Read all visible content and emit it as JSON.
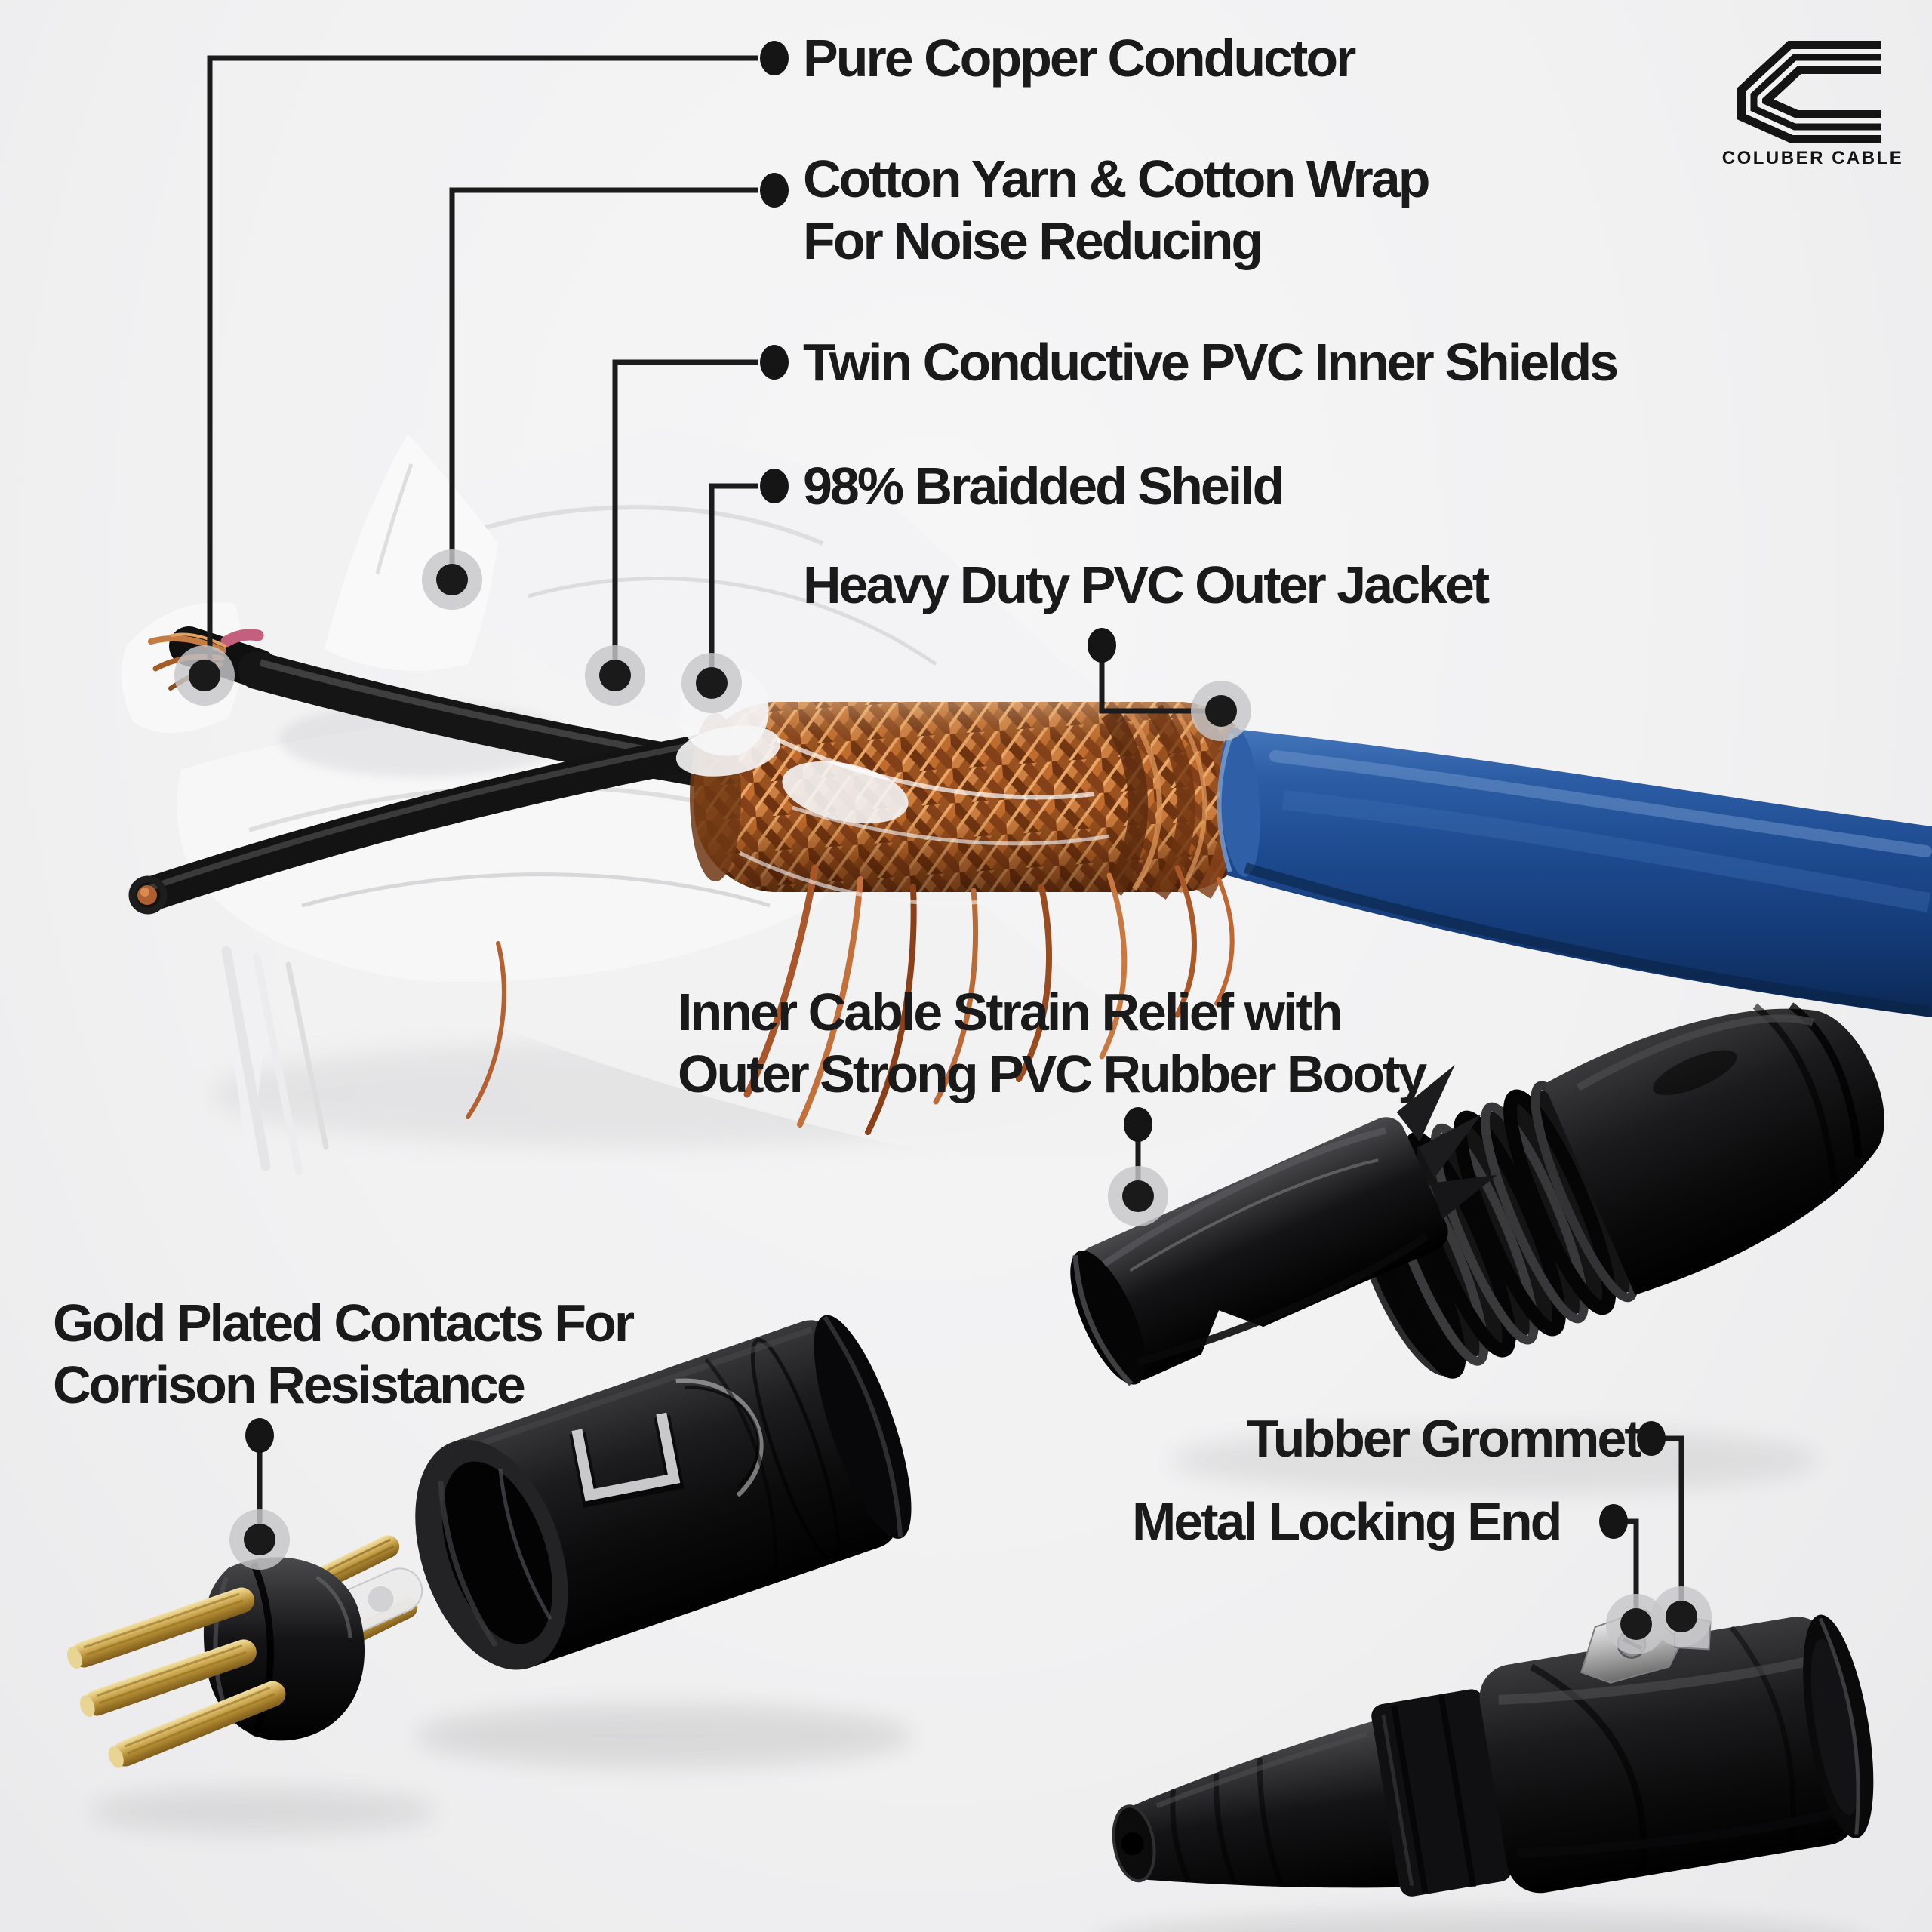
{
  "logo": {
    "name": "COLUBER CABLE",
    "icon": "coluber-c-logo"
  },
  "callouts": {
    "pure_copper": {
      "label": "Pure Copper Conductor"
    },
    "cotton_yarn": {
      "label": "Cotton Yarn & Cotton Wrap\nFor Noise Reducing"
    },
    "twin_shields": {
      "label": "Twin Conductive PVC Inner Shields"
    },
    "braided_shield": {
      "label": "98% Braidded Sheild"
    },
    "outer_jacket": {
      "label": "Heavy Duty PVC Outer Jacket"
    },
    "strain_relief": {
      "label": "Inner Cable Strain Relief with\nOuter Strong PVC Rubber Booty"
    },
    "gold_contacts": {
      "label": "Gold Plated Contacts For\nCorrison Resistance"
    },
    "tubber_grommet": {
      "label": "Tubber Grommet"
    },
    "metal_locking": {
      "label": "Metal Locking End"
    }
  },
  "palette": {
    "background": "#f1f1f2",
    "label_text": "#1a1a1a",
    "callout_line": "#1b1b1b",
    "marker_halo": "#c7c7c9",
    "cable_blue": "#1d4a8f",
    "copper_braid": "#b06430",
    "cotton_white": "#f7f7f8",
    "connector_black": "#141416",
    "gold_pin": "#d4b365",
    "metal_silver": "#c4c4c8"
  }
}
